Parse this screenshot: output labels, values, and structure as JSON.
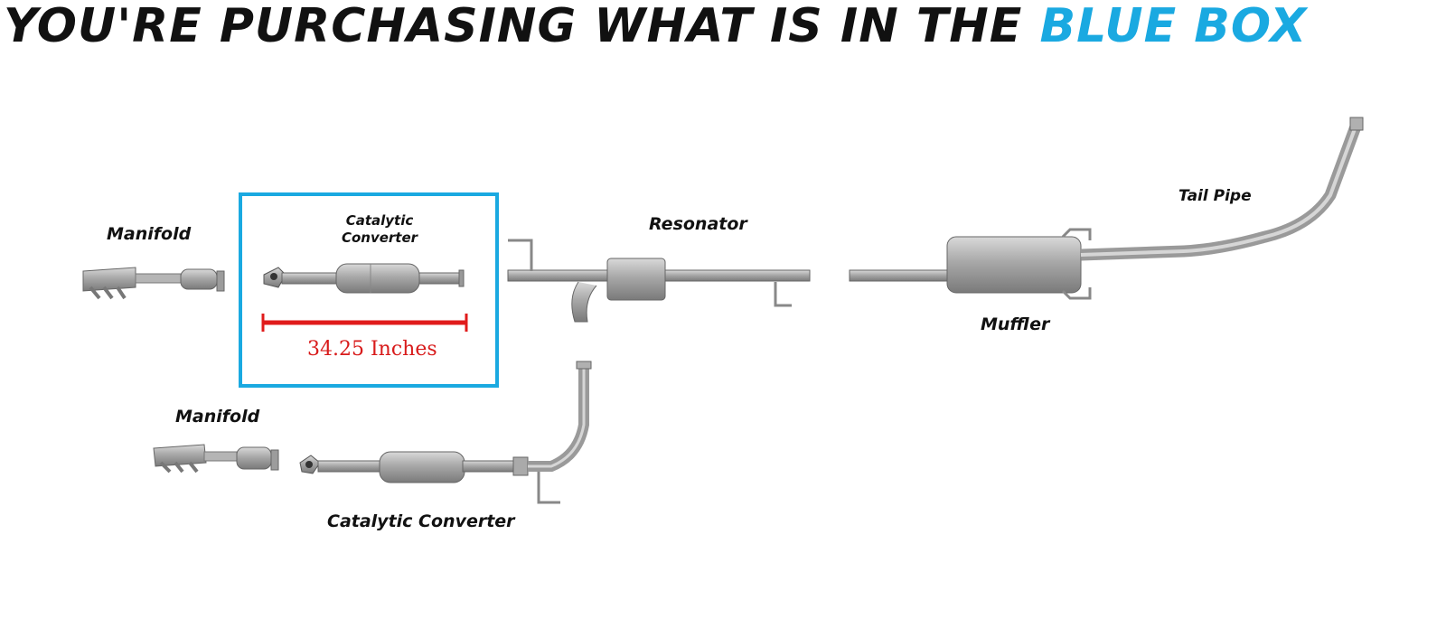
{
  "headline": {
    "prefix": "YOU'RE PURCHASING WHAT IS IN THE",
    "highlight": "BLUE BOX"
  },
  "colors": {
    "highlight": "#1aa9e1",
    "measurement": "#d81b1b",
    "metal": "#a8a8a8"
  },
  "labels": {
    "manifold_upper": "Manifold",
    "catalytic_converter_boxed_line1": "Catalytic",
    "catalytic_converter_boxed_line2": "Converter",
    "resonator": "Resonator",
    "tail_pipe": "Tail Pipe",
    "muffler": "Muffler",
    "manifold_lower": "Manifold",
    "catalytic_converter_lower": "Catalytic Converter"
  },
  "measurement": {
    "text": "34.25 Inches"
  }
}
